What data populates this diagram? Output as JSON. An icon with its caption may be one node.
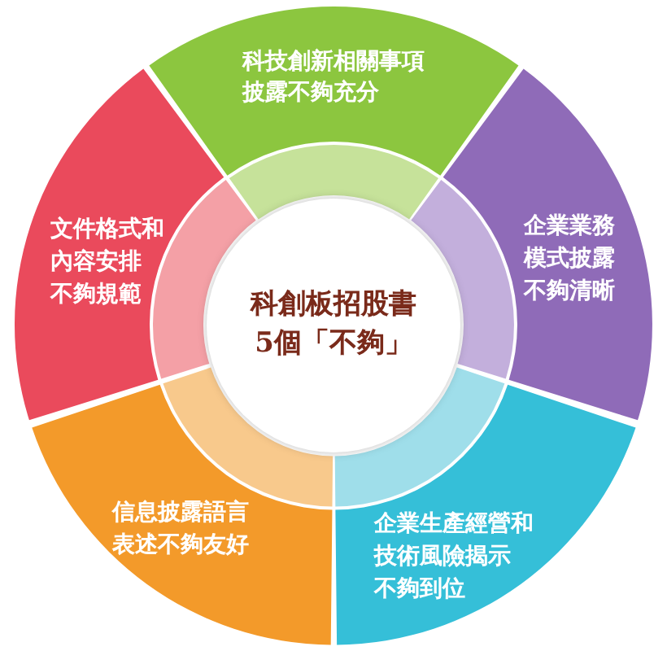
{
  "diagram": {
    "nodes": [
      {
        "text": [
          "科技創新相關事項披露不夠充分"
        ]
      },
      {
        "text": [
          "企業業務模式披露不夠清晰"
        ]
      },
      {
        "text": [
          "企業生產經營和技術風險揭示不夠到位"
        ]
      },
      {
        "text": [
          "信息披露語言表述不夠友好"
        ]
      },
      {
        "text": [
          "文件格式和內容安排不夠規範"
        ]
      },
      {
        "text": [
          "科創板招股書5個「不夠」"
        ]
      }
    ]
  }
}
